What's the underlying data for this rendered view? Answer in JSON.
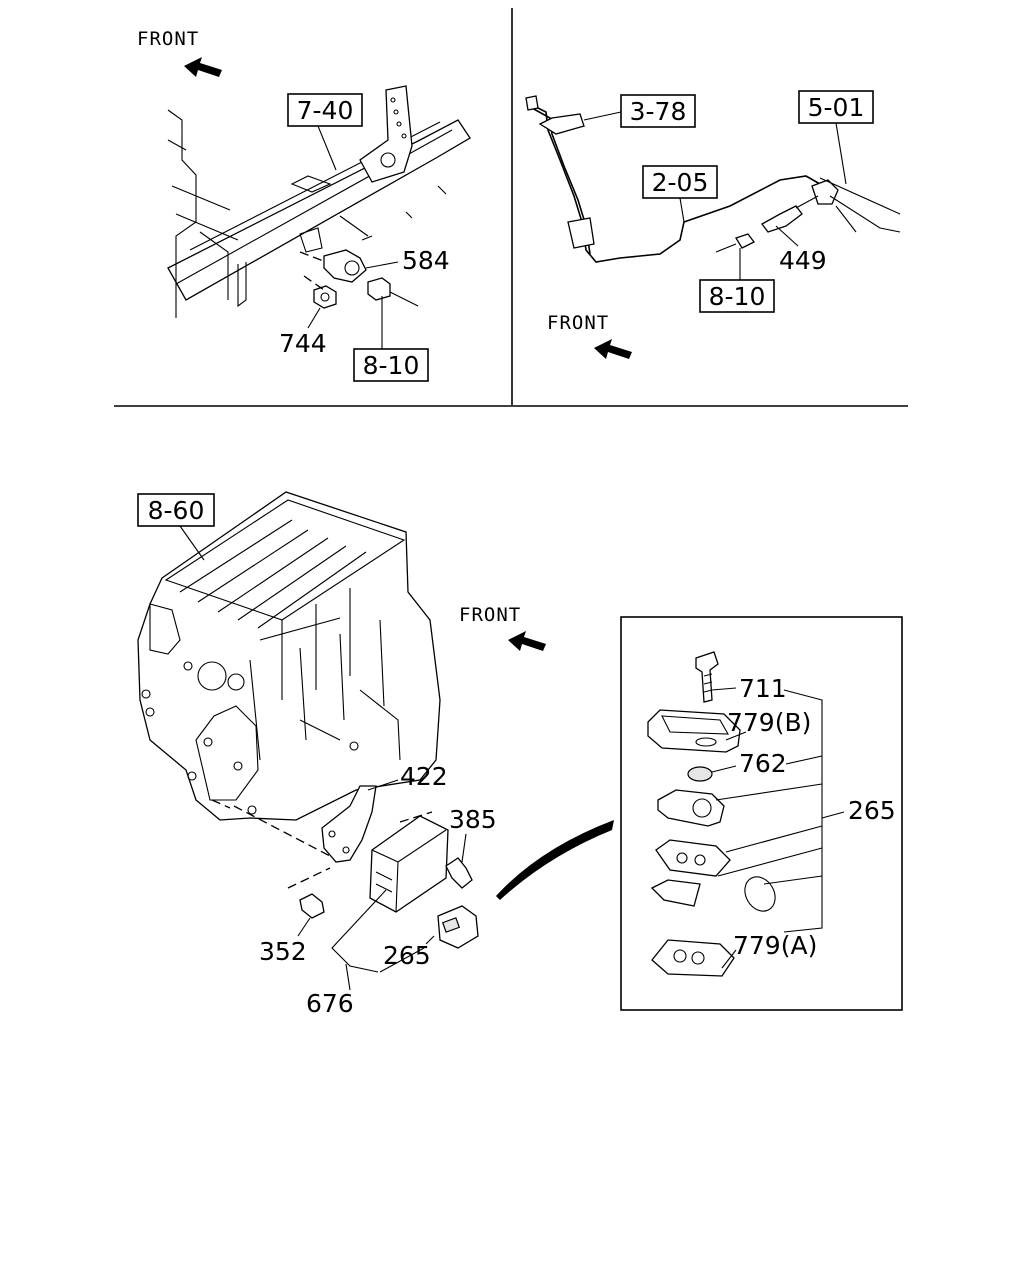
{
  "front_labels": [
    "FRONT",
    "FRONT",
    "FRONT"
  ],
  "refs": {
    "r740": "7-40",
    "r810a": "8-10",
    "r378": "3-78",
    "r205": "2-05",
    "r501": "5-01",
    "r810b": "8-10",
    "r860": "8-60"
  },
  "parts": {
    "p584": "584",
    "p744": "744",
    "p449": "449",
    "p422": "422",
    "p385": "385",
    "p352": "352",
    "p265a": "265",
    "p676": "676",
    "p711": "711",
    "p779b": "779(B)",
    "p762": "762",
    "p265b": "265",
    "p779a": "779(A)"
  }
}
